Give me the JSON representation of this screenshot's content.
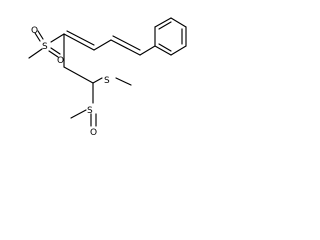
{
  "molecule": {
    "atoms": {
      "s_sulfonyl": "S",
      "o_sulfonyl_top": "O",
      "o_sulfonyl_bottom": "O",
      "s_thioether": "S",
      "s_sulfinyl": "S",
      "o_sulfinyl": "O"
    }
  }
}
